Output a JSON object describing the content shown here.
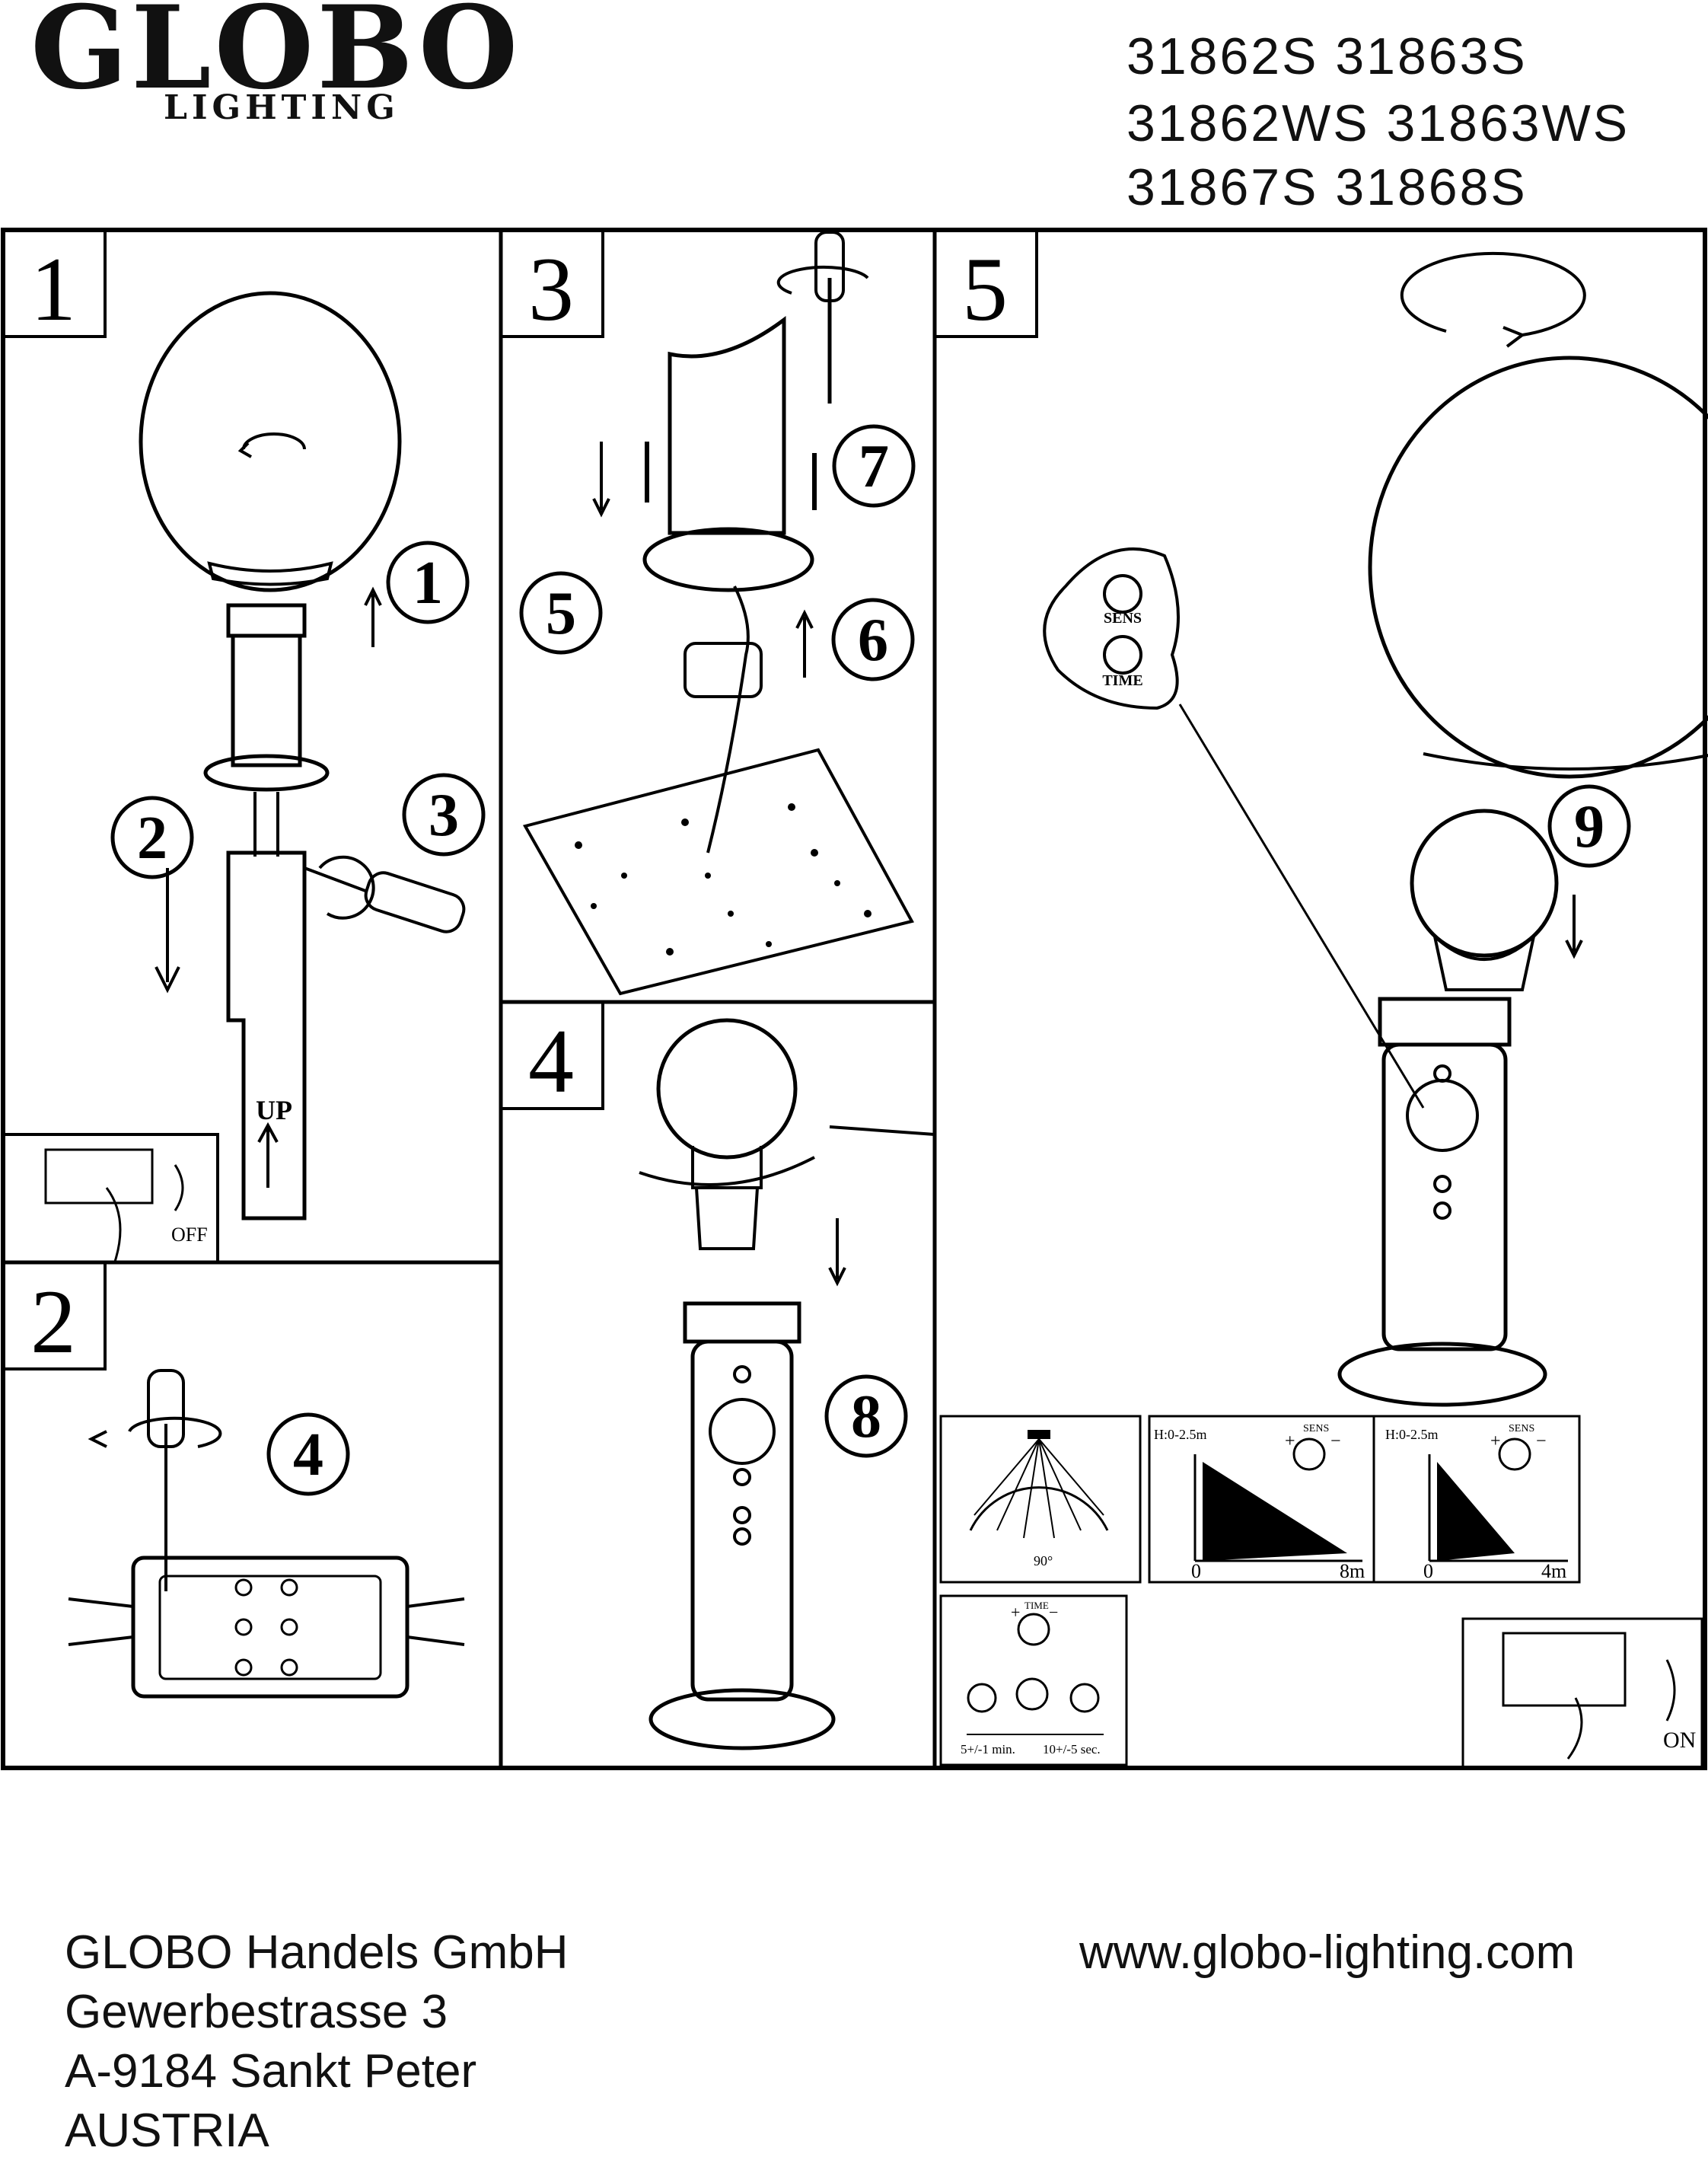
{
  "header": {
    "brand": "GLOBO",
    "brand_sub": "LIGHTING",
    "models": [
      "31862S 31863S",
      "31862WS 31863WS",
      "31867S 31868S"
    ]
  },
  "steps": {
    "step_numbers": [
      "1",
      "2",
      "3",
      "4",
      "5"
    ],
    "callouts": [
      "1",
      "2",
      "3",
      "4",
      "5",
      "6",
      "7",
      "8",
      "9"
    ],
    "labels": {
      "up": "UP",
      "off": "OFF",
      "on": "ON",
      "sens": "SENS",
      "time": "TIME",
      "angle": "90°",
      "height": "H:0-2.5m",
      "range_min": "0",
      "range_8": "8m",
      "range_4": "4m",
      "time_min": "5+/-1 min.",
      "time_sec": "10+/-5 sec.",
      "plus": "+",
      "minus": "−"
    }
  },
  "footer": {
    "company": "GLOBO Handels GmbH",
    "street": "Gewerbestrasse 3",
    "city": "A-9184 Sankt Peter",
    "country": "AUSTRIA",
    "website": "www.globo-lighting.com"
  }
}
